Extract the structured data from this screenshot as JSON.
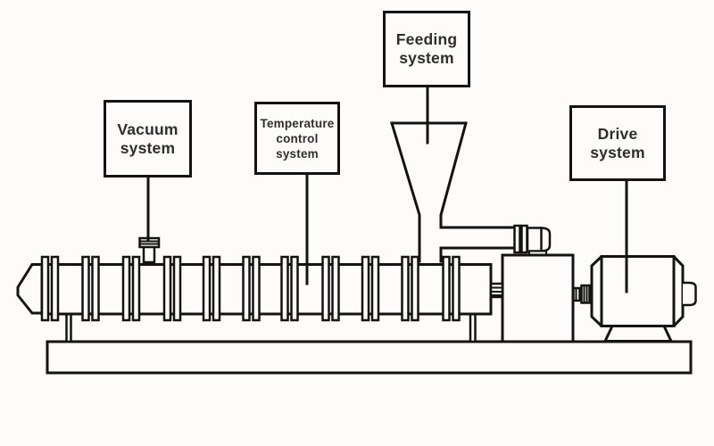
{
  "diagram": {
    "background": "#fdfcfa",
    "line_color": "#131313",
    "text_color": "#2e2e2e",
    "labels": {
      "vacuum": {
        "lines": [
          "Vacuum",
          "system"
        ],
        "points_to": "vent port on barrel"
      },
      "temperature": {
        "lines": [
          "Temperature",
          "control",
          "system"
        ],
        "points_to": "barrel zone"
      },
      "feeding": {
        "lines": [
          "Feeding",
          "system"
        ],
        "points_to": "feed hopper"
      },
      "drive": {
        "lines": [
          "Drive",
          "system"
        ],
        "points_to": "drive motor"
      }
    }
  }
}
